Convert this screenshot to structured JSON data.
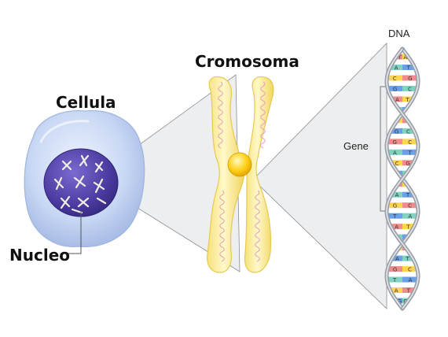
{
  "labels": {
    "cell": "Cellula",
    "nucleus": "Nucleo",
    "chromosome": "Cromosoma",
    "dna": "DNA",
    "gene": "Gene"
  },
  "base_letters": [
    "T",
    "A",
    "C",
    "G",
    "A",
    "T",
    "T",
    "G",
    "G",
    "A",
    "C",
    "C",
    "T",
    "A",
    "G",
    "T",
    "A",
    "T",
    "C",
    "A",
    "G",
    "T",
    "A",
    "G"
  ],
  "colors": {
    "cell_fill": "#c6d6f2",
    "nucleus_fill": "#4b3aa0",
    "chromosome_fill": "#fff3a6",
    "chromosome_edge": "#e7c94f",
    "centromere": "#ffd21a",
    "helix_strand": "#9aa0a8",
    "base_red": "#f28c8c",
    "base_green": "#7fd3c0",
    "base_yellow": "#ffd54f",
    "base_blue": "#6aa0e8"
  }
}
